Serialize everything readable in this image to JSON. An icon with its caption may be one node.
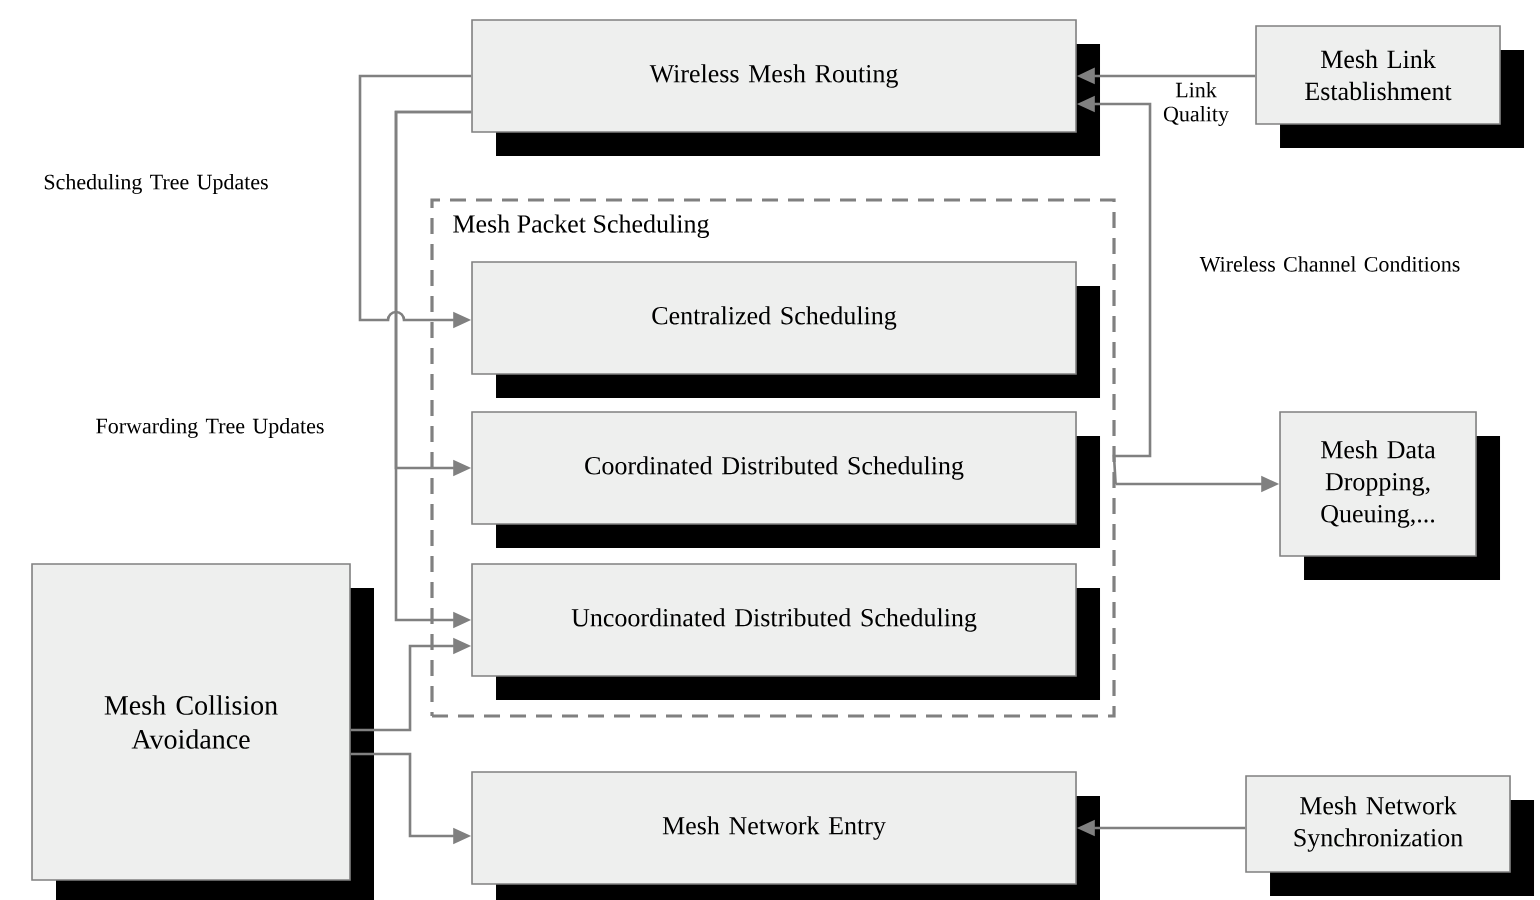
{
  "diagram": {
    "nodes": [
      {
        "text": [
          "Wireless Mesh Routing"
        ]
      },
      {
        "text": [
          "Mesh Link Establishment"
        ]
      },
      {
        "text": [
          "Mesh Packet Scheduling"
        ]
      },
      {
        "text": [
          "Centralized Scheduling"
        ],
        "in": 2
      },
      {
        "text": [
          "Coordinated Distributed Scheduling"
        ],
        "in": 2
      },
      {
        "text": [
          "Uncoordinated Distributed Scheduling"
        ],
        "in": 2
      },
      {
        "text": [
          "Mesh Data Dropping, Queuing,..."
        ]
      },
      {
        "text": [
          "Mesh Collision Avoidance"
        ]
      },
      {
        "text": [
          "Mesh Network Entry"
        ]
      },
      {
        "text": [
          "Mesh Network Synchronization"
        ]
      }
    ],
    "edges": [
      {
        "from": 1,
        "to": 0,
        "arrow": "to",
        "label": "Link Quality"
      },
      {
        "from": 0,
        "to": 3,
        "arrow": "to",
        "label": "Scheduling Tree Updates"
      },
      {
        "from": 0,
        "to": 4,
        "arrow": "to",
        "label": "Forwarding Tree Updates"
      },
      {
        "from": 0,
        "to": 5,
        "arrow": "to"
      },
      {
        "from": 2,
        "to": 0,
        "arrow": "to",
        "label": "Wireless Channel Conditions"
      },
      {
        "from": 2,
        "to": 6,
        "arrow": "to"
      },
      {
        "from": 7,
        "to": 5,
        "arrow": "to"
      },
      {
        "from": 7,
        "to": 8,
        "arrow": "to"
      },
      {
        "from": 9,
        "to": 8,
        "arrow": "to"
      }
    ]
  }
}
